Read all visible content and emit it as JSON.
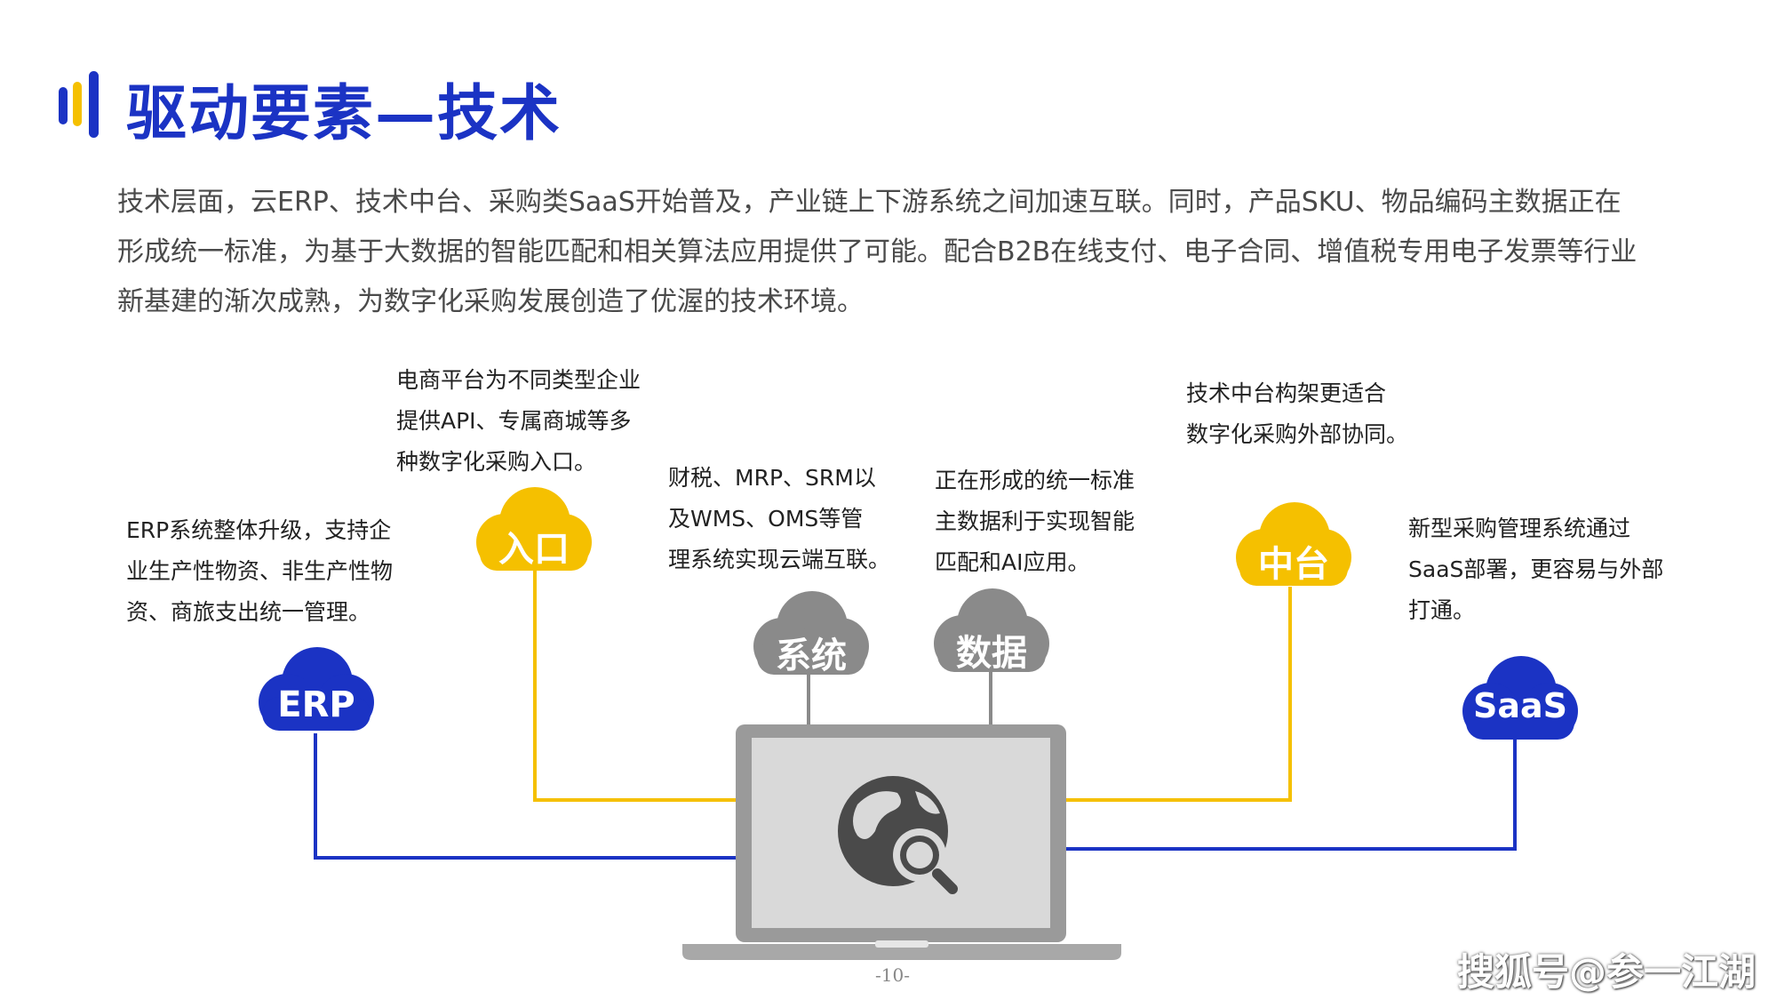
{
  "header": {
    "title": "驱动要素—技术"
  },
  "intro": {
    "lines": [
      "技术层面，云ERP、技术中台、采购类SaaS开始普及，产业链上下游系统之间加速互联。同时，产品SKU、物品编码主数据正在",
      "形成统一标准，为基于大数据的智能匹配和相关算法应用提供了可能。配合B2B在线支付、电子合同、增值税专用电子发票等行业",
      "新基建的渐次成熟，为数字化采购发展创造了优渥的技术环境。"
    ]
  },
  "nodes": {
    "erp": {
      "label": "ERP",
      "color": "#1b33c4",
      "desc": [
        "ERP系统整体升级，支持企",
        "业生产性物资、非生产性物",
        "资、商旅支出统一管理。"
      ]
    },
    "entry": {
      "label": "入口",
      "color": "#f5c000",
      "desc": [
        "电商平台为不同类型企业",
        "提供API、专属商城等多",
        "种数字化采购入口。"
      ]
    },
    "system": {
      "label": "系统",
      "color": "#8a8a8a",
      "desc": [
        "财税、MRP、SRM以",
        "及WMS、OMS等管",
        "理系统实现云端互联。"
      ]
    },
    "data": {
      "label": "数据",
      "color": "#8a8a8a",
      "desc": [
        "正在形成的统一标准",
        "主数据利于实现智能",
        "匹配和AI应用。"
      ]
    },
    "middle": {
      "label": "中台",
      "color": "#f5c000",
      "desc": [
        "技术中台构架更适合",
        "数字化采购外部协同。"
      ]
    },
    "saas": {
      "label": "SaaS",
      "color": "#1b33c4",
      "desc": [
        "新型采购管理系统通过",
        "SaaS部署，更容易与外部",
        "打通。"
      ]
    }
  },
  "center_icon": "globe-search-icon",
  "footer": {
    "page_number": "-10-",
    "watermark": "搜狐号@参一江湖"
  },
  "colors": {
    "blue": "#1b33c4",
    "yellow": "#f5c000",
    "gray": "#8a8a8a"
  }
}
